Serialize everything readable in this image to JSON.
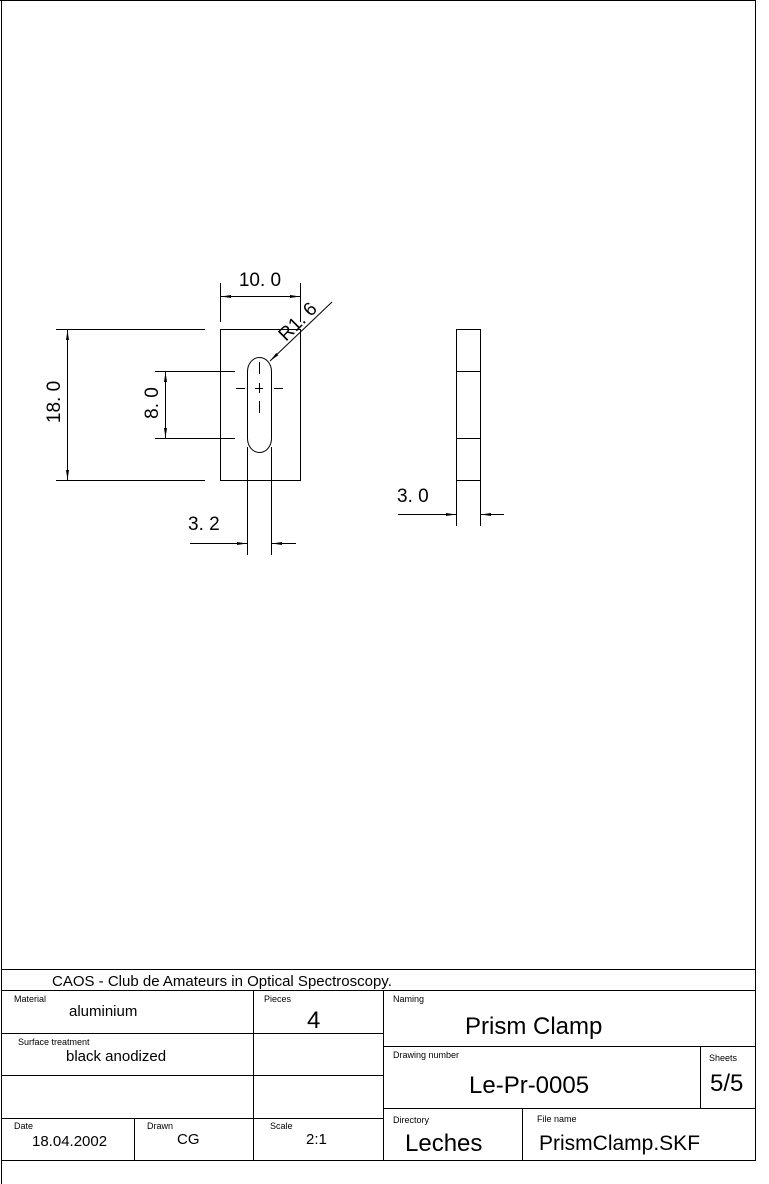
{
  "drawing": {
    "dimensions": {
      "width": "10. 0",
      "height": "18. 0",
      "slot_length": "8. 0",
      "slot_width": "3. 2",
      "radius": "R1. 6",
      "thickness": "3. 0"
    }
  },
  "title_block": {
    "organization": "CAOS - Club de Amateurs in Optical Spectroscopy.",
    "material_label": "Material",
    "material": "aluminium",
    "pieces_label": "Pieces",
    "pieces": "4",
    "naming_label": "Naming",
    "naming": "Prism Clamp",
    "surface_label": "Surface treatment",
    "surface": "black anodized",
    "drawing_number_label": "Drawing number",
    "drawing_number": "Le-Pr-0005",
    "sheets_label": "Sheets",
    "sheets": "5/5",
    "date_label": "Date",
    "date": "18.04.2002",
    "drawn_label": "Drawn",
    "drawn": "CG",
    "scale_label": "Scale",
    "scale": "2:1",
    "directory_label": "Directory",
    "directory": "Leches",
    "file_name_label": "File name",
    "file_name": "PrismClamp.SKF"
  }
}
